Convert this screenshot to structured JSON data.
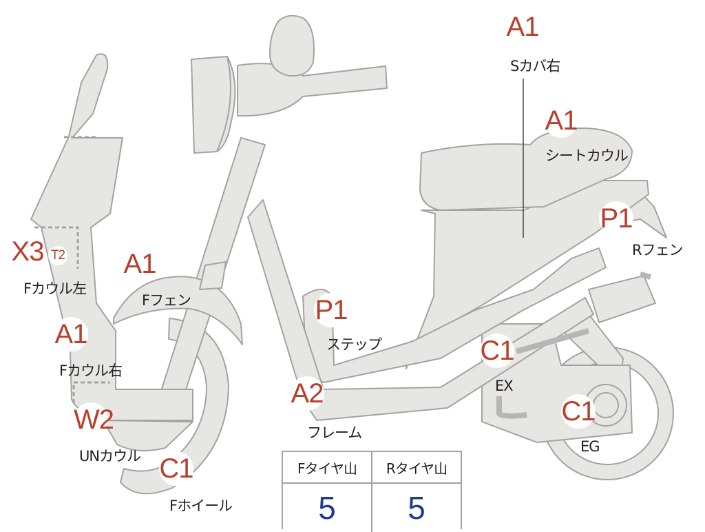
{
  "badges": {
    "s_cover_right": "A1",
    "seat_cowl": "A1",
    "rear_fender": "P1",
    "f_cowl_left_main": "X3",
    "f_cowl_left_sub": "T2",
    "front_fender": "A1",
    "f_cowl_right": "A1",
    "step": "P1",
    "ex": "C1",
    "frame": "A2",
    "eg": "C1",
    "un_cowl": "W2",
    "f_wheel": "C1"
  },
  "labels": {
    "s_cover_right": "Sカバ右",
    "seat_cowl": "シートカウル",
    "rear_fender": "Rフェン",
    "f_cowl_left": "Fカウル左",
    "front_fender": "Fフェン",
    "f_cowl_right": "Fカウル右",
    "step": "ステップ",
    "ex": "EX",
    "frame": "フレーム",
    "eg": "EG",
    "un_cowl": "UNカウル",
    "f_wheel": "Fホイール"
  },
  "tire_table": {
    "headers": [
      "Fタイヤ山",
      "Rタイヤ山"
    ],
    "values": [
      "5",
      "5"
    ]
  },
  "colors": {
    "part_fill": "#e6e6e3",
    "part_stroke": "#a3a3a3",
    "grade_text": "#b8402d",
    "tire_value": "#1e3d8f"
  }
}
